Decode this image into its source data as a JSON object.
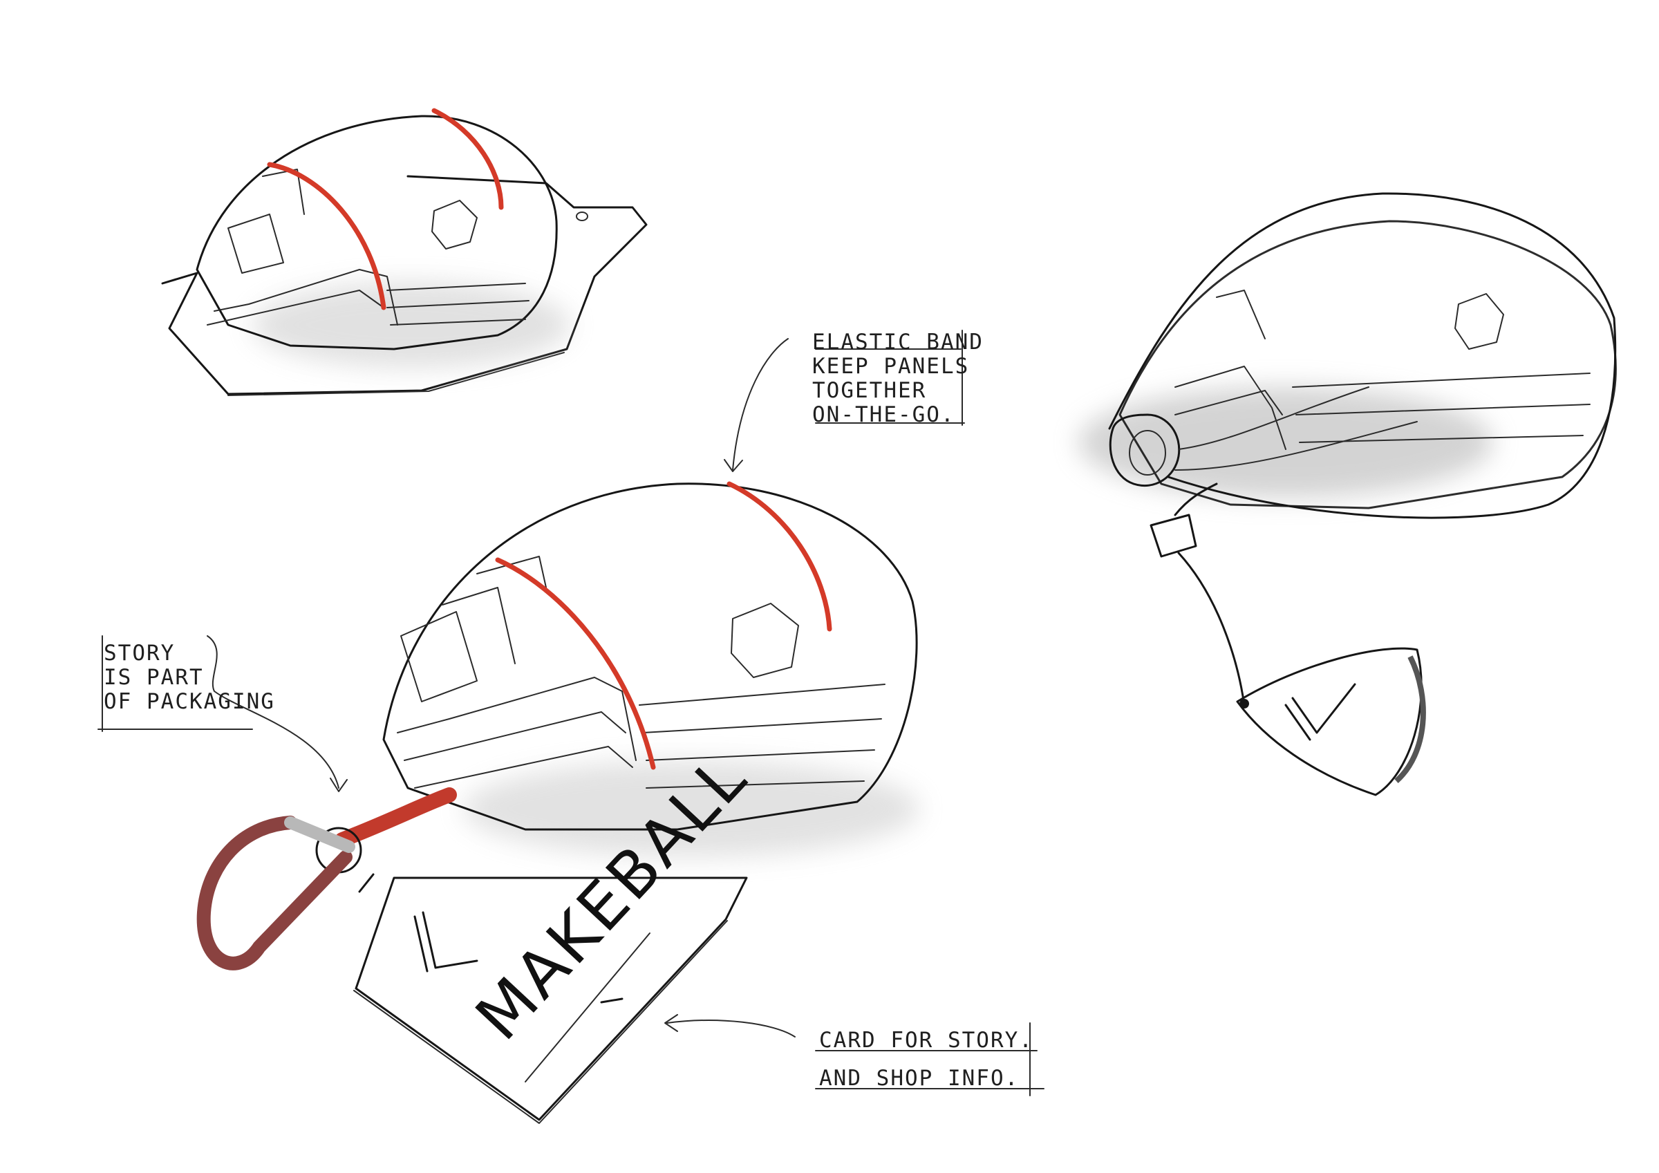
{
  "annotations": {
    "elastic_band": [
      "ELASTIC BAND",
      "KEEP PANELS",
      "TOGETHER",
      "ON-THE-GO."
    ],
    "story": [
      "STORY",
      "IS PART",
      "OF PACKAGING"
    ],
    "card": [
      "CARD FOR STORY.",
      "AND SHOP INFO."
    ]
  },
  "tag_brand": "MAKEBALL",
  "colors": {
    "band": "#d43a28",
    "ball": "#c9c9c9",
    "ink": "#161616",
    "background": "#ffffff"
  }
}
